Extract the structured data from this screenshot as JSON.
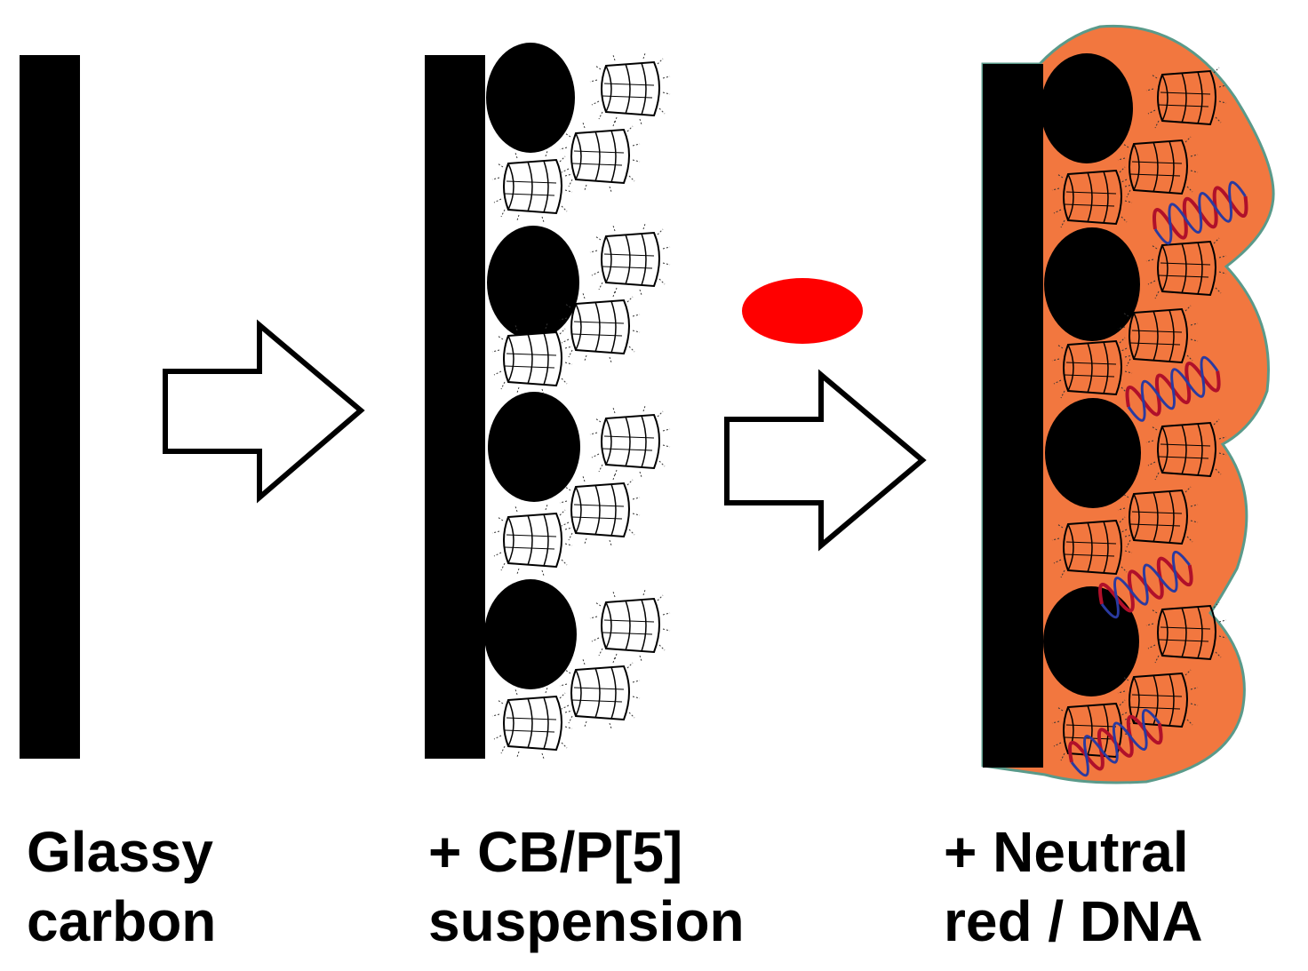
{
  "stages": [
    {
      "line1": "Glassy",
      "line2": "carbon"
    },
    {
      "line1": "+ CB/P[5]",
      "line2": "suspension"
    },
    {
      "line1": "+ Neutral",
      "line2": "red / DNA"
    }
  ],
  "colors": {
    "electrode": "#000000",
    "carbon_black": "#000000",
    "neutral_red": "#ff0000",
    "neutral_red_film": "#f2773f",
    "film_border": "#5a9a8a",
    "dna_strand_a": "#b0102a",
    "dna_strand_b": "#2a3aa0"
  },
  "icons": {
    "arrow": "block-arrow-right-icon",
    "pillararene": "pillar-5-arene-icon",
    "neutral_red": "red-ellipse-icon",
    "dna": "double-helix-icon"
  }
}
